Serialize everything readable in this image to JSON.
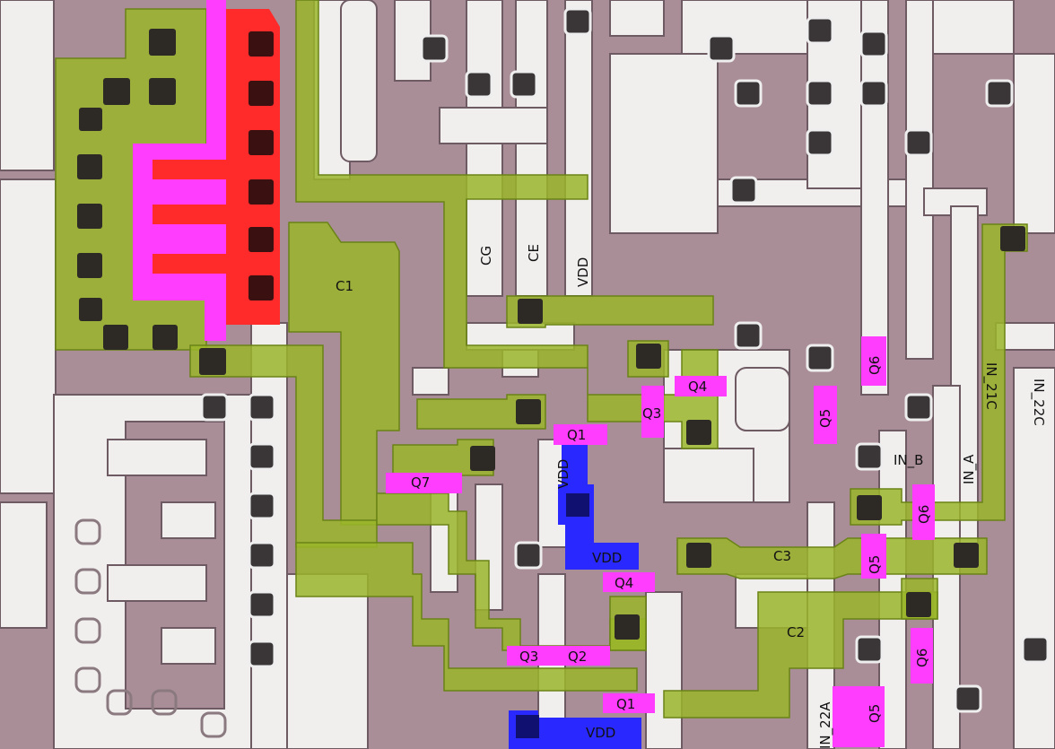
{
  "labels": {
    "c1": "C1",
    "c2": "C2",
    "c3": "C3",
    "cg": "CG",
    "ce": "CE",
    "vdd_rail": "VDD",
    "vdd_a": "VDD",
    "vdd_b": "VDD",
    "vdd_c": "VDD",
    "q1_a": "Q1",
    "q1_b": "Q1",
    "q2": "Q2",
    "q3_a": "Q3",
    "q3_b": "Q3",
    "q4_a": "Q4",
    "q4_b": "Q4",
    "q5_a": "Q5",
    "q5_b": "Q5",
    "q5_c": "Q5",
    "q6_a": "Q6",
    "q6_b": "Q6",
    "q6_c": "Q6",
    "q7": "Q7",
    "in_b": "IN_B",
    "in_a": "IN_A",
    "in_21c": "IN_21C",
    "in_22c": "IN_22C",
    "in_22a": "IN_22A"
  },
  "colors": {
    "substrate": "#a98e97",
    "metal": "#f1eeee",
    "poly": "#9ab52a",
    "transistor": "#ff3dff",
    "vdd": "#2828ff",
    "output": "#ff2a2a"
  }
}
